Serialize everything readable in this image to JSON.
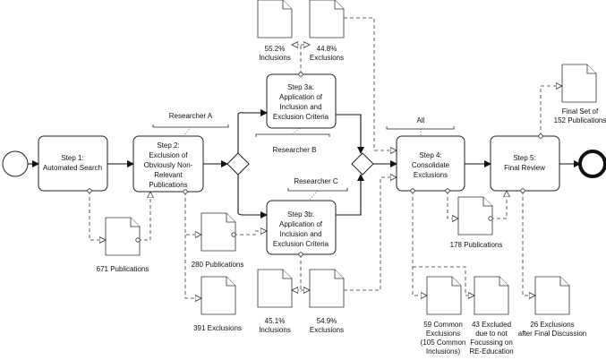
{
  "steps": {
    "step1": [
      "Step 1:",
      "Automated Search"
    ],
    "step2": [
      "Step 2:",
      "Exclusion of",
      "Obviously Non-",
      "Relevant",
      "Publications"
    ],
    "step3a": [
      "Step 3a:",
      "Application of",
      "Inclusion and",
      "Exclusion Criteria"
    ],
    "step3b": [
      "Step 3b:",
      "Application of",
      "Inclusion and",
      "Exclusion Criteria"
    ],
    "step4": [
      "Step 4:",
      "Consolidate",
      "Exclusions"
    ],
    "step5": [
      "Step 5:",
      "Final Review"
    ]
  },
  "roles": {
    "researcher_a": "Researcher A",
    "researcher_b": "Researcher B",
    "researcher_c": "Researcher C",
    "all": "All"
  },
  "documents": {
    "inclusions_3a": [
      "55.2%",
      "Inclusions"
    ],
    "exclusions_3a": [
      "44.8%",
      "Exclusions"
    ],
    "final_set": [
      "Final Set of",
      "152 Publications"
    ],
    "p671": [
      "671 Publications"
    ],
    "p280": [
      "280 Publications"
    ],
    "e391": [
      "391 Exclusions"
    ],
    "inclusions_3b": [
      "45.1%",
      "Inclusions"
    ],
    "exclusions_3b": [
      "54.9%",
      "Exclusions"
    ],
    "p178": [
      "178 Publications"
    ],
    "common": [
      "59 Common",
      "Exclusions",
      "(105 Common",
      "Inclusions)"
    ],
    "excluded43": [
      "43 Excluded",
      "due to not",
      "Focussing on",
      "RE-Education"
    ],
    "final26": [
      "26 Exclusions",
      "after Final Discussion"
    ]
  }
}
